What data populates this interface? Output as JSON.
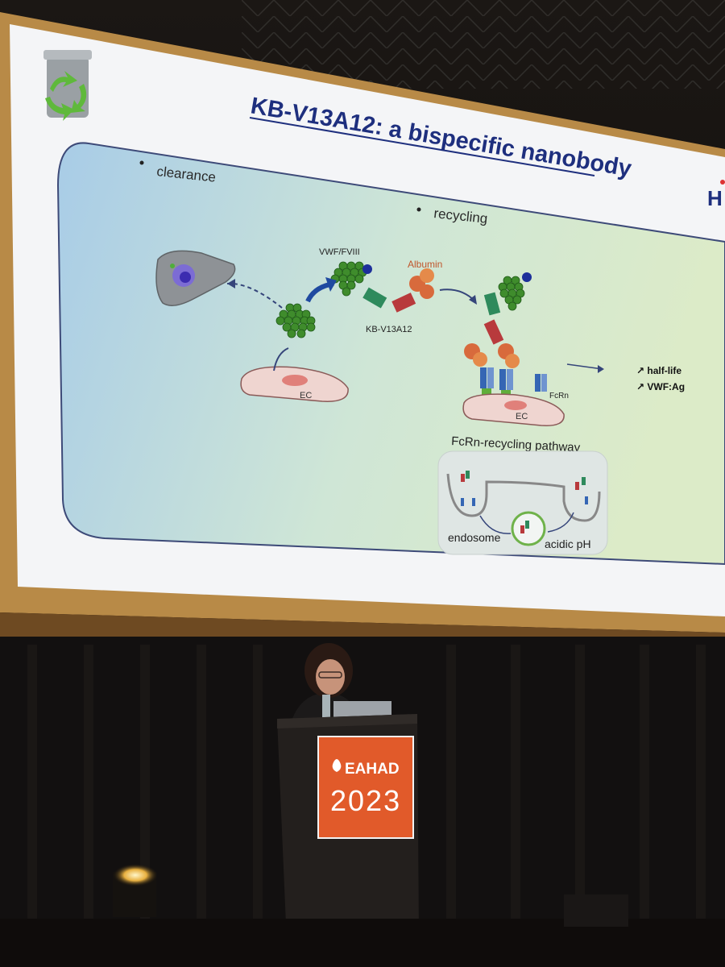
{
  "slide": {
    "title": "KB-V13A12: a bispecific nanobody",
    "corner_text": "H",
    "bullets": [
      "clearance",
      "recycling"
    ],
    "icon": "recycle-bin-icon"
  },
  "diagram": {
    "vwf_label": "VWF/FVIII",
    "albumin_label": "Albumin",
    "nanobody_label": "KB-V13A12",
    "ec_label": "EC",
    "ec_label_2": "EC",
    "fcrn_label": "FcRn",
    "pathway_label": "FcRn-recycling pathway",
    "outcome_1": "↗ half-life",
    "outcome_2": "↗ VWF:Ag",
    "endosome_label": "endosome",
    "ph_label": "acidic pH",
    "colors": {
      "cluster": "#3f8c2c",
      "albumin": "#d86a3c",
      "nanobody_green": "#2e8a5c",
      "nanobody_red": "#b83a3c",
      "fcrn": "#3566b4",
      "title": "#1e2f7e"
    }
  },
  "podium": {
    "sign_line_1": "EAHAD",
    "sign_line_2": "2023",
    "sign_color": "#e15a2a"
  }
}
